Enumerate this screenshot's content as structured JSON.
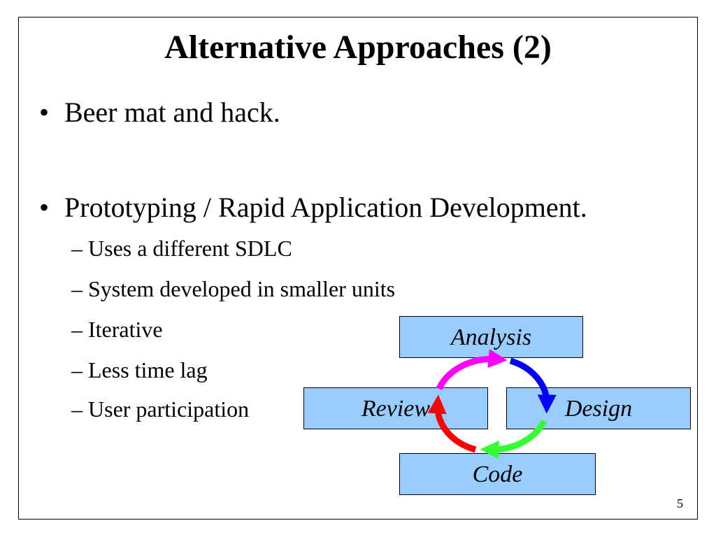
{
  "slide": {
    "title": "Alternative Approaches (2)",
    "page_number": "5"
  },
  "bullets": [
    {
      "marker": "•",
      "text": "Beer mat and hack."
    },
    {
      "marker": "•",
      "text": "Prototyping / Rapid Application Development."
    }
  ],
  "sub_bullets": [
    "– Uses a different SDLC",
    "– System developed in smaller units",
    "– Iterative",
    "– Less time lag",
    "– User participation"
  ],
  "diagram": {
    "boxes": {
      "analysis": "Analysis",
      "design": "Design",
      "code": "Code",
      "review": "Review"
    },
    "box_color": "#99ccff",
    "arrow_colors": {
      "analysis_to_design": "#0000ff",
      "design_to_code": "#33ff33",
      "code_to_review": "#ff0000",
      "review_to_analysis": "#ff00ff"
    }
  }
}
